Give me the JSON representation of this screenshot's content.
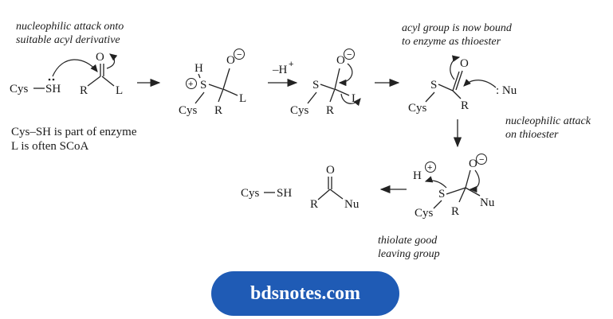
{
  "notes": {
    "attack_line1": "nucleophilic attack onto",
    "attack_line2": "suitable acyl derivative",
    "bound_line1": "acyl group is now bound",
    "bound_line2": "to enzyme as thioester",
    "thio_line1": "nucleophilic attack",
    "thio_line2": "on thioester",
    "cys_line1": "Cys–SH is part of enzyme",
    "cys_line2": "L is often SCoA",
    "leave_line1": "thiolate good",
    "leave_line2": "leaving group"
  },
  "labels": {
    "cys": "Cys",
    "sh": "SH",
    "s": "S",
    "h": "H",
    "o": "O",
    "r": "R",
    "l": "L",
    "nu": "Nu",
    "nu_lone": ": Nu",
    "minus_h": "–H",
    "plus": "+",
    "minus": "−"
  },
  "brand": {
    "site": "bdsnotes.com"
  }
}
